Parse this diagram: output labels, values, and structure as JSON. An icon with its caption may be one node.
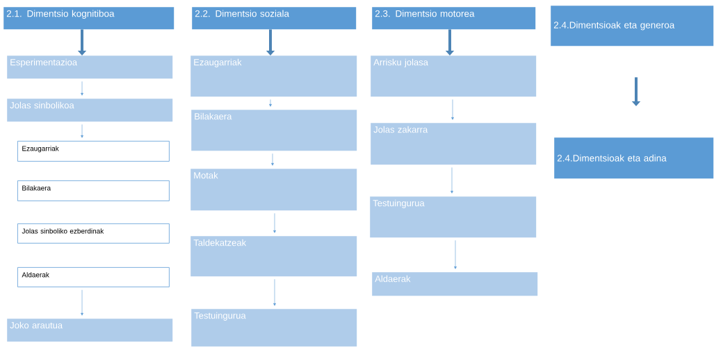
{
  "diagram": {
    "nodes": [
      {
        "text": [
          "2.1. Dimentsio kognitiboa"
        ]
      },
      {
        "text": [
          "Esperimentazioa"
        ]
      },
      {
        "text": [
          "Jolas sinbolikoa"
        ]
      },
      {
        "text": [
          "Ezaugarriak"
        ]
      },
      {
        "text": [
          "Bilakaera"
        ]
      },
      {
        "text": [
          "Jolas sinboliko ezberdinak"
        ]
      },
      {
        "text": [
          "Aldaerak"
        ]
      },
      {
        "text": [
          "Joko arautua"
        ]
      },
      {
        "text": [
          "2.2. Dimentsio soziala"
        ]
      },
      {
        "text": [
          "Ezaugarriak"
        ]
      },
      {
        "text": [
          "Bilakaera"
        ]
      },
      {
        "text": [
          "Motak"
        ]
      },
      {
        "text": [
          "Taldekatzeak"
        ]
      },
      {
        "text": [
          "Testuingurua"
        ]
      },
      {
        "text": [
          "2.3. Dimentsio motorea"
        ]
      },
      {
        "text": [
          "Arrisku jolasa"
        ]
      },
      {
        "text": [
          "Jolas zakarra"
        ]
      },
      {
        "text": [
          "Testuingurua"
        ]
      },
      {
        "text": [
          "Aldaerak"
        ]
      },
      {
        "text": [
          "2.4.Dimentsioak eta generoa"
        ]
      },
      {
        "text": [
          "2.4.Dimentsioak eta adina"
        ]
      }
    ],
    "edges": [
      {
        "from": 0,
        "to": 1,
        "arrow": "to",
        "style": "thick"
      },
      {
        "from": 1,
        "to": 2,
        "arrow": "to"
      },
      {
        "from": 2,
        "to": 3,
        "arrow": "to"
      },
      {
        "from": 6,
        "to": 7,
        "arrow": "to"
      },
      {
        "from": 8,
        "to": 9,
        "arrow": "to",
        "style": "thick"
      },
      {
        "from": 9,
        "to": 10,
        "arrow": "to"
      },
      {
        "from": 10,
        "to": 11,
        "arrow": "to"
      },
      {
        "from": 11,
        "to": 12,
        "arrow": "to"
      },
      {
        "from": 12,
        "to": 13,
        "arrow": "to"
      },
      {
        "from": 14,
        "to": 15,
        "arrow": "to",
        "style": "thick"
      },
      {
        "from": 15,
        "to": 16,
        "arrow": "to"
      },
      {
        "from": 16,
        "to": 17,
        "arrow": "to"
      },
      {
        "from": 17,
        "to": 18,
        "arrow": "to"
      },
      {
        "from": 19,
        "to": 20,
        "arrow": "to",
        "style": "thick"
      }
    ]
  }
}
